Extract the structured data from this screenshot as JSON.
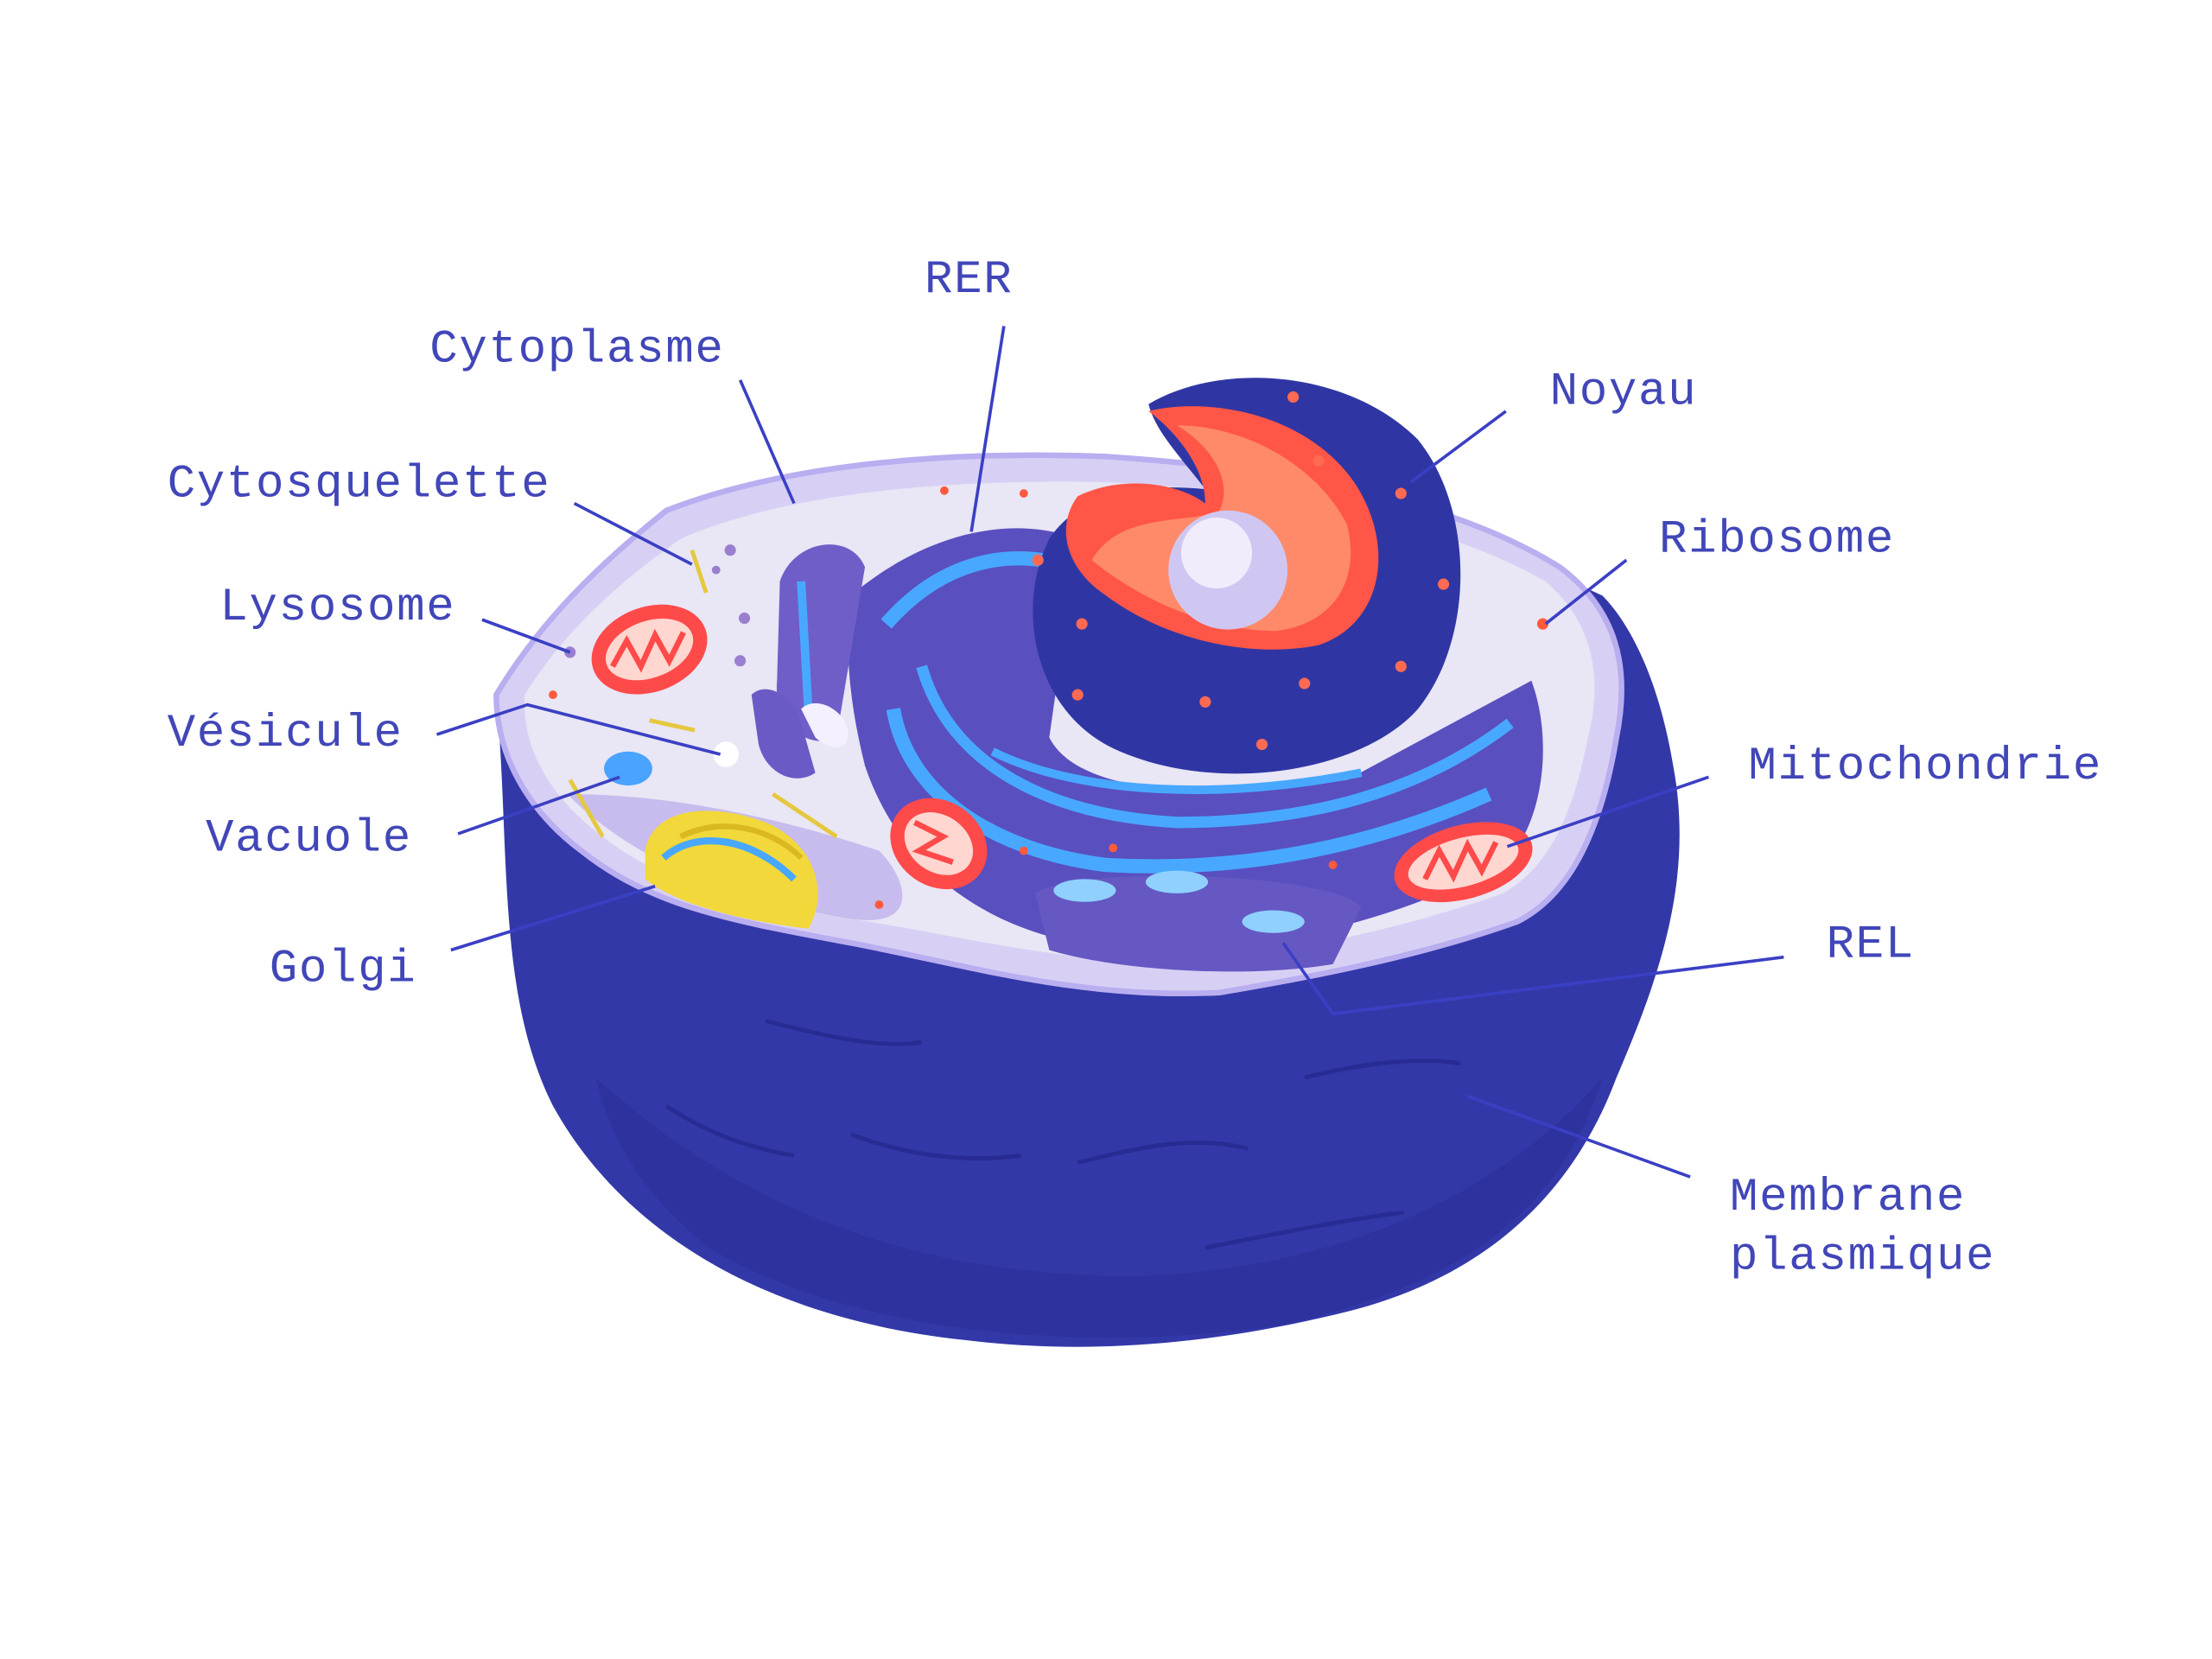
{
  "title": "Cellule animale",
  "colors": {
    "label": "#4146b8",
    "membrane": "#3237a8",
    "cytoplasm": "#e6e3f3",
    "nucleus_envelope": "#ff5a4a",
    "er": "#4aa3ff"
  },
  "labels": {
    "rer": "RER",
    "cytoplasme": "Cytoplasme",
    "cytosquelette": "Cytosquelette",
    "lysosome": "Lysosome",
    "vesicule": "Vésicule",
    "vacuole": "Vacuole",
    "golgi": "Golgi",
    "noyau": "Noyau",
    "ribosome": "Ribosome",
    "mitochondrie": "Mitochondrie",
    "rel": "REL",
    "membrane_line1": "Membrane",
    "membrane_line2": "plasmique"
  }
}
